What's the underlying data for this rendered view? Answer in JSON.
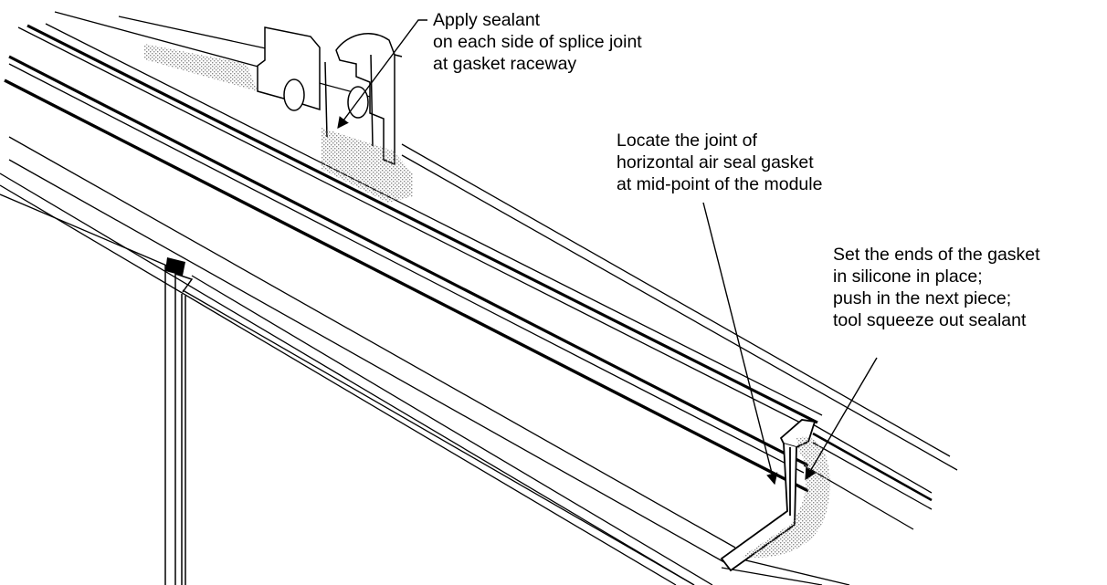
{
  "callouts": {
    "sealant": {
      "lines": [
        "Apply sealant",
        "on each side of splice joint",
        "at gasket raceway"
      ]
    },
    "joint": {
      "lines": [
        "Locate the joint of",
        "horizontal air seal gasket",
        "at mid-point of the module"
      ]
    },
    "ends": {
      "lines": [
        "Set the ends of the gasket",
        "in silicone in place;",
        "push in the next piece;",
        "tool squeeze out sealant"
      ]
    }
  },
  "colors": {
    "ink": "#000000",
    "paper": "#ffffff",
    "sealant_stipple": "#9a9a9a"
  }
}
